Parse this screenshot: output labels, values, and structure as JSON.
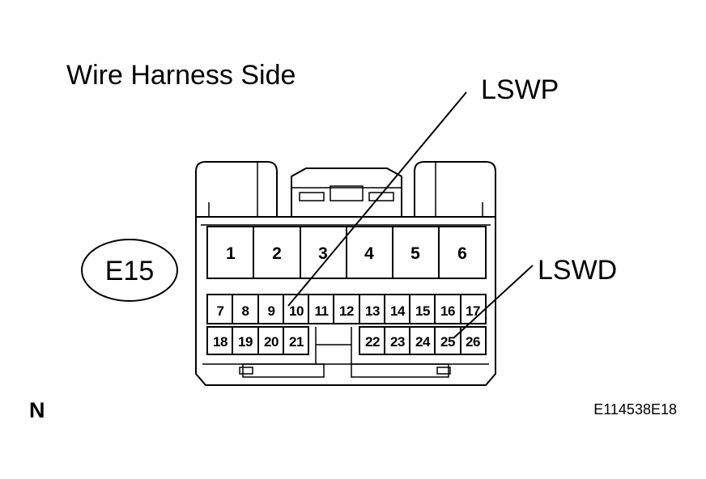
{
  "title": "Wire Harness Side",
  "connector_id": "E15",
  "orientation_letter": "N",
  "figure_code": "E114538E18",
  "callouts": {
    "lswp": "LSWP",
    "lswd": "LSWD"
  },
  "pins": {
    "row1": [
      "1",
      "2",
      "3",
      "4",
      "5",
      "6"
    ],
    "row2": [
      "7",
      "8",
      "9",
      "10",
      "11",
      "12",
      "13",
      "14",
      "15",
      "16",
      "17"
    ],
    "row3_left": [
      "18",
      "19",
      "20",
      "21"
    ],
    "row3_right": [
      "22",
      "23",
      "24",
      "25",
      "26"
    ]
  }
}
